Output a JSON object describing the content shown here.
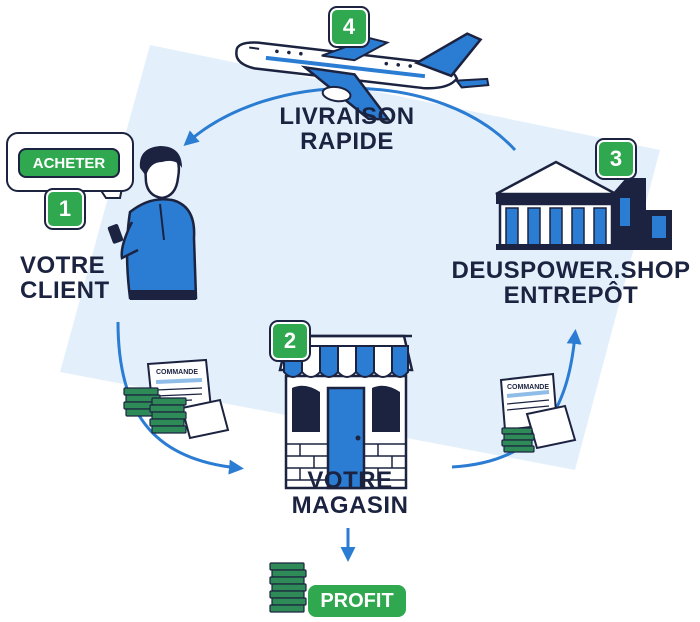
{
  "steps": [
    {
      "number": "1",
      "title_line1": "VOTRE",
      "title_line2": "CLIENT"
    },
    {
      "number": "2",
      "title_line1": "VOTRE",
      "title_line2": "MAGASIN"
    },
    {
      "number": "3",
      "title_line1": "DEUSPOWER.SHOP",
      "title_line2": "ENTREPÔT"
    },
    {
      "number": "4",
      "title_line1": "LIVRAISON",
      "title_line2": "RAPIDE"
    }
  ],
  "buy_button": "ACHETER",
  "order_label": "COMMANDE",
  "profit_label": "PROFIT",
  "colors": {
    "navy": "#1c2340",
    "blue": "#2b7cd3",
    "light_blue": "#e3f0fb",
    "green": "#2fa84f",
    "money": "#2e8b57"
  }
}
